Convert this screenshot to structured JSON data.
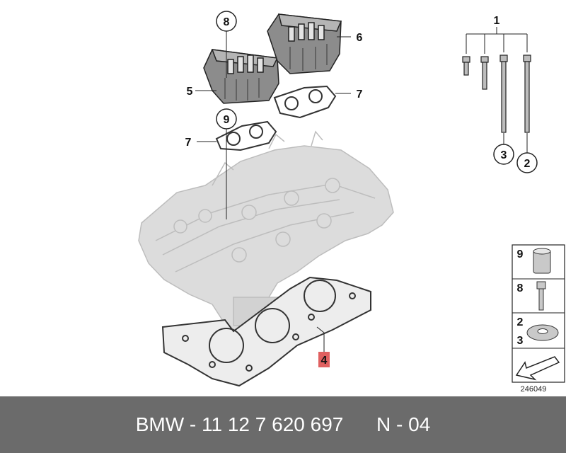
{
  "callouts": {
    "c1": "1",
    "c2": "2",
    "c3": "3",
    "c4": "4",
    "c5": "5",
    "c6": "6",
    "c7a": "7",
    "c7b": "7",
    "c8": "8",
    "c9": "9"
  },
  "legend": {
    "item_9": "9",
    "item_8": "8",
    "item_2": "2",
    "item_3": "3"
  },
  "diagram_ref": "246049",
  "footer": {
    "part_number": "BMW - 11 12 7 620 697",
    "revision": "N - 04"
  },
  "colors": {
    "highlight": "#e06060",
    "footer_bg": "#6b6b6b",
    "part_gray": "#c9c9c9"
  }
}
